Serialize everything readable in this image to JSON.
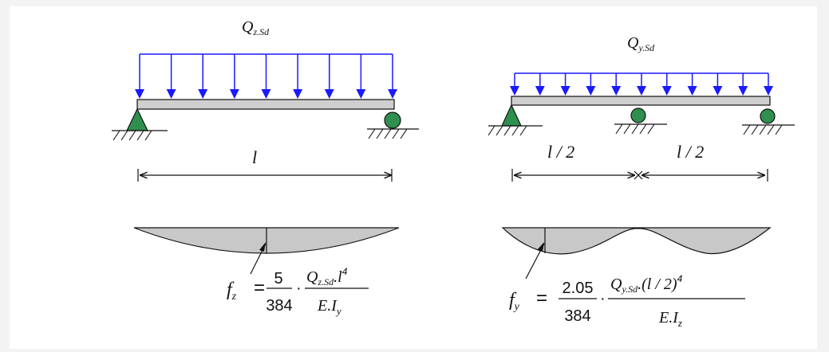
{
  "colors": {
    "load_arrow": "#1a1aff",
    "beam_fill": "#cfcfcf",
    "support_fill": "#2f8f4f",
    "deflection_fill": "#c8c8c8",
    "line": "#111111"
  },
  "left_beam": {
    "load_label": "Q",
    "load_sub": "z.Sd",
    "span_label": "l",
    "formula": {
      "lhs": "f",
      "lhs_sub": "z",
      "coef_num": "5",
      "coef_den": "384",
      "frac_num_q": "Q",
      "frac_num_q_sub": "z.Sd",
      "frac_num_rest": ".l",
      "frac_num_exp": "4",
      "frac_den": "E.I",
      "frac_den_sub": "y"
    }
  },
  "right_beam": {
    "load_label": "Q",
    "load_sub": "y.Sd",
    "span_label_1": "l / 2",
    "span_label_2": "l / 2",
    "formula": {
      "lhs": "f",
      "lhs_sub": "y",
      "coef_num": "2.05",
      "coef_den": "384",
      "frac_num_q": "Q",
      "frac_num_q_sub": "y.Sd",
      "frac_num_rest": ".(l / 2)",
      "frac_num_exp": "4",
      "frac_den": "E.I",
      "frac_den_sub": "z"
    }
  }
}
